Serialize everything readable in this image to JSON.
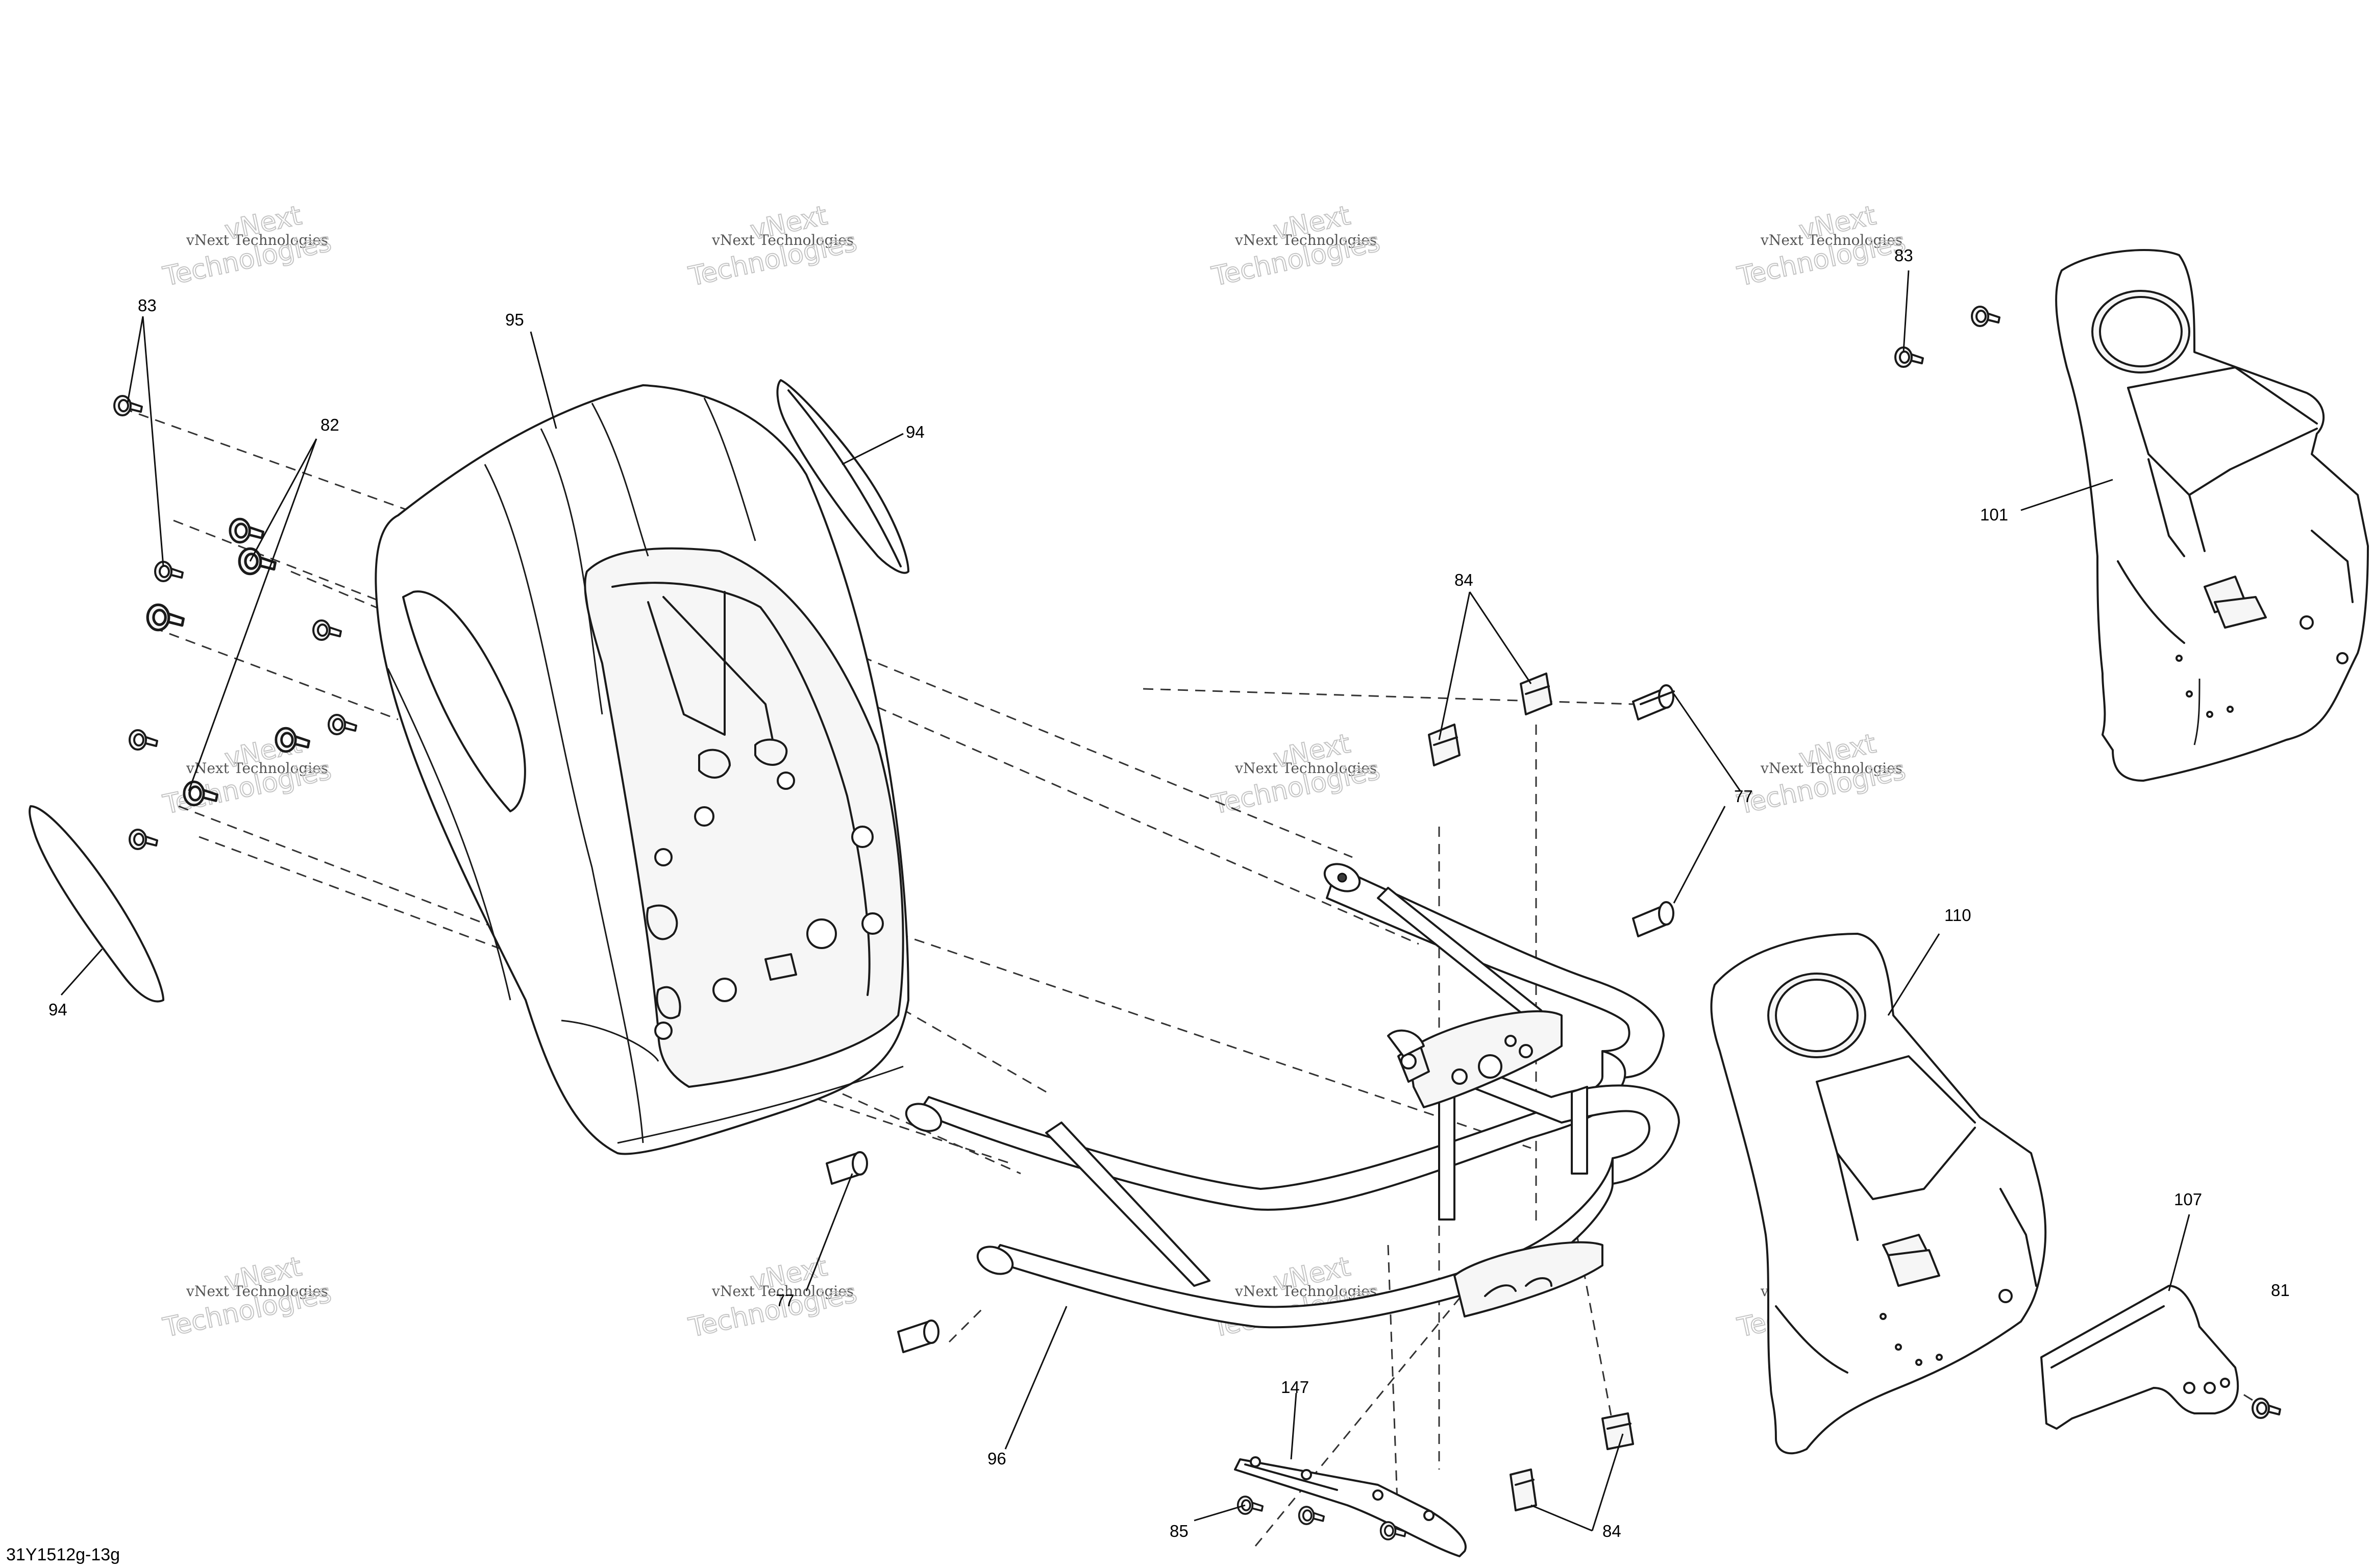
{
  "drawing_code": "31Y1512g-13g",
  "watermark": {
    "line1": "vNext Technologies",
    "line2": "vNext",
    "line3": "Technologies"
  },
  "callouts": {
    "c83_top_left": "83",
    "c95": "95",
    "c94_top": "94",
    "c82": "82",
    "c94_left": "94",
    "c83_right": "83",
    "c101": "101",
    "c84_top": "84",
    "c77": "77",
    "c110": "110",
    "c107": "107",
    "c81": "81",
    "c77_bottom": "77",
    "c96": "96",
    "c147": "147",
    "c85": "85",
    "c84_bottom": "84"
  },
  "icons": {
    "bolt": "bolt-icon",
    "clip": "clip-nut-icon"
  }
}
